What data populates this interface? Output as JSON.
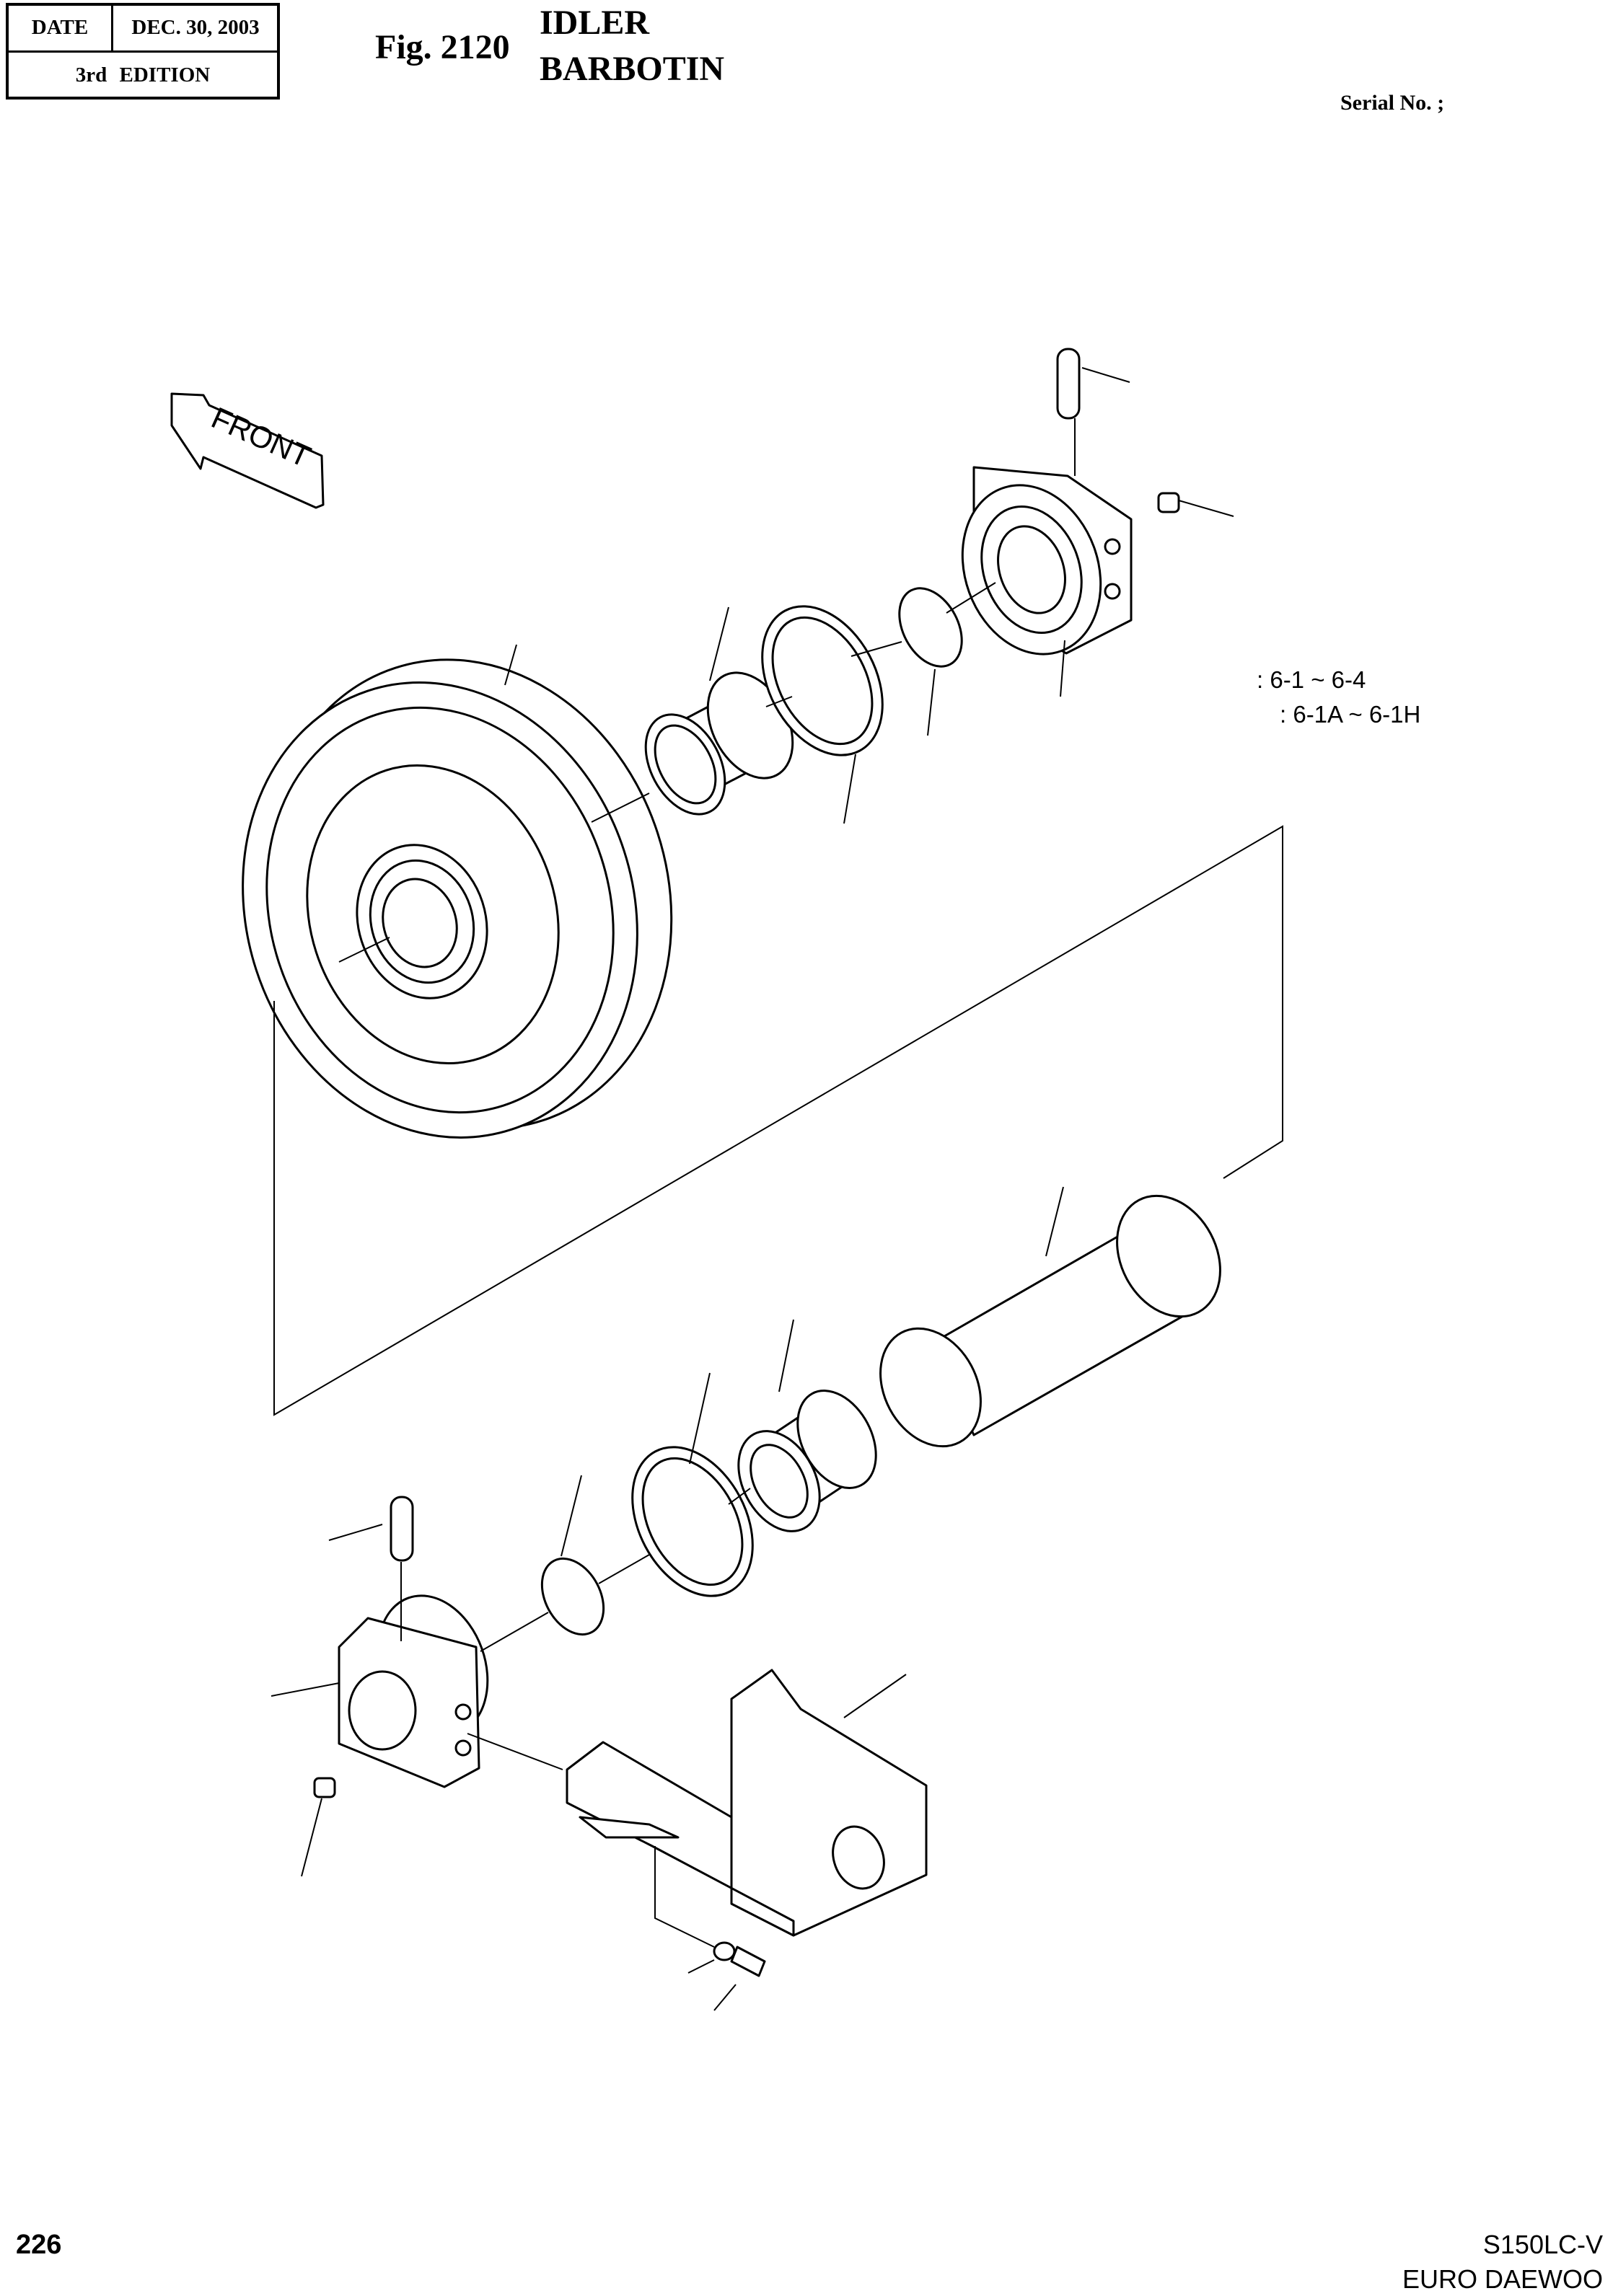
{
  "header": {
    "date_label": "DATE",
    "date_value": "DEC. 30, 2003",
    "edition": "3rd  EDITION",
    "fig_number": "Fig. 2120",
    "title_line1": "IDLER",
    "title_line2": "BARBOTIN",
    "serial": "Serial No. ;"
  },
  "drawing": {
    "front_label": "FRONT",
    "note_line1": ": 6-1 ~ 6-4",
    "note_line2": ": 6-1A ~ 6-1H"
  },
  "footer": {
    "page_number": "226",
    "model": "S150LC-V",
    "maker": "EURO DAEWOO"
  }
}
